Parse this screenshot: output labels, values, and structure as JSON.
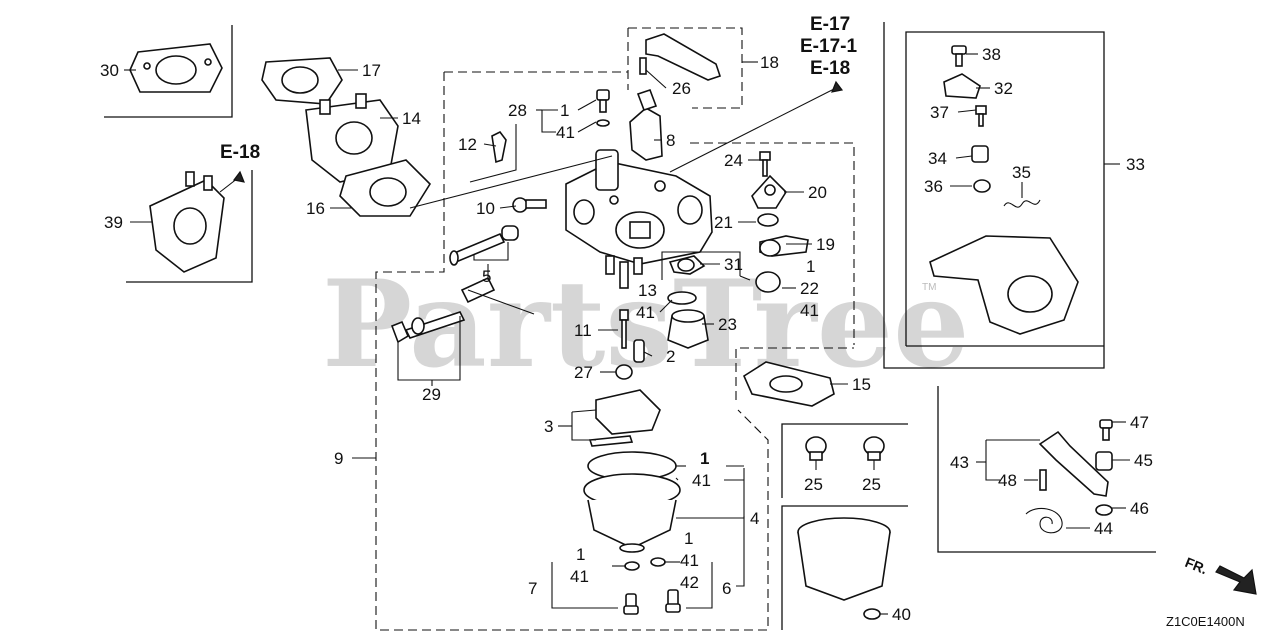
{
  "watermark": {
    "text": "PartsTree",
    "trademark": "TM"
  },
  "diagram_code": "Z1C0E1400N",
  "direction_label": "FR.",
  "references": {
    "top_ref_1": "E-17",
    "top_ref_2": "E-17-1",
    "top_ref_3": "E-18",
    "left_ref": "E-18"
  },
  "callouts": {
    "c30": "30",
    "c17": "17",
    "c14": "14",
    "c16": "16",
    "c39": "39",
    "c28": "28",
    "c1a": "1",
    "c41a": "41",
    "c12": "12",
    "c8": "8",
    "c18": "18",
    "c26": "26",
    "c24": "24",
    "c20": "20",
    "c21": "21",
    "c19": "19",
    "c1b": "1",
    "c22": "22",
    "c41b": "41",
    "c31": "31",
    "c13": "13",
    "c10": "10",
    "c5": "5",
    "c41c": "41",
    "c23": "23",
    "c11": "11",
    "c2": "2",
    "c27": "27",
    "c29": "29",
    "c3": "3",
    "c9": "9",
    "c1c": "1",
    "c41d": "41",
    "c4": "4",
    "c1d": "1",
    "c41e": "41",
    "c42": "42",
    "c6": "6",
    "c1e": "1",
    "c41f": "41",
    "c7": "7",
    "c15": "15",
    "c25a": "25",
    "c25b": "25",
    "c40": "40",
    "c38": "38",
    "c32": "32",
    "c37": "37",
    "c34": "34",
    "c36": "36",
    "c35": "35",
    "c33": "33",
    "c47": "47",
    "c43": "43",
    "c45": "45",
    "c48": "48",
    "c46": "46",
    "c44": "44"
  }
}
